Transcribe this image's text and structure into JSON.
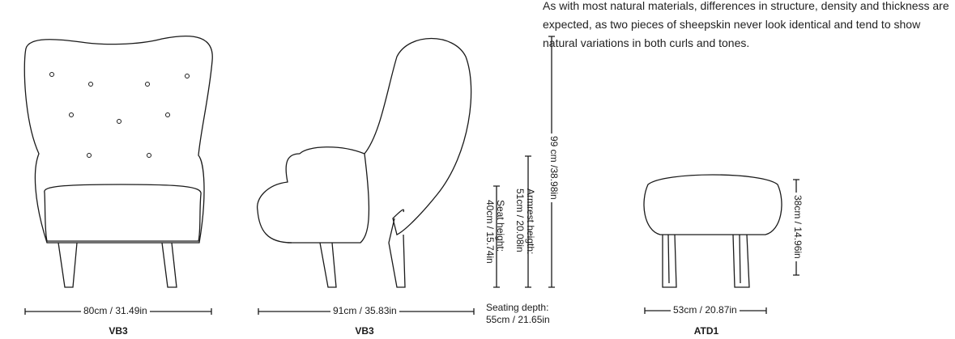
{
  "description_text": "As with most natural materials, differences in structure, density and thickness are expected, as two pieces of sheepskin never look identical and tend to show natural variations in both curls and tones.",
  "front_view": {
    "width": "80cm / 31.49in",
    "label": "VB3"
  },
  "side_view": {
    "depth": "91cm  / 35.83in",
    "label": "VB3",
    "total_height": "99 cm /38.98in",
    "armrest_title": "Armrest heigth:",
    "armrest_value": "51cm / 20.08in",
    "seat_title": "Seat height:",
    "seat_value": "40cm / 15.74in",
    "seating_depth_title": "Seating depth:",
    "seating_depth_value": "55cm / 21.65in"
  },
  "ottoman": {
    "width": "53cm / 20.87in",
    "height": "38cm / 14.96in",
    "label": "ATD1"
  }
}
